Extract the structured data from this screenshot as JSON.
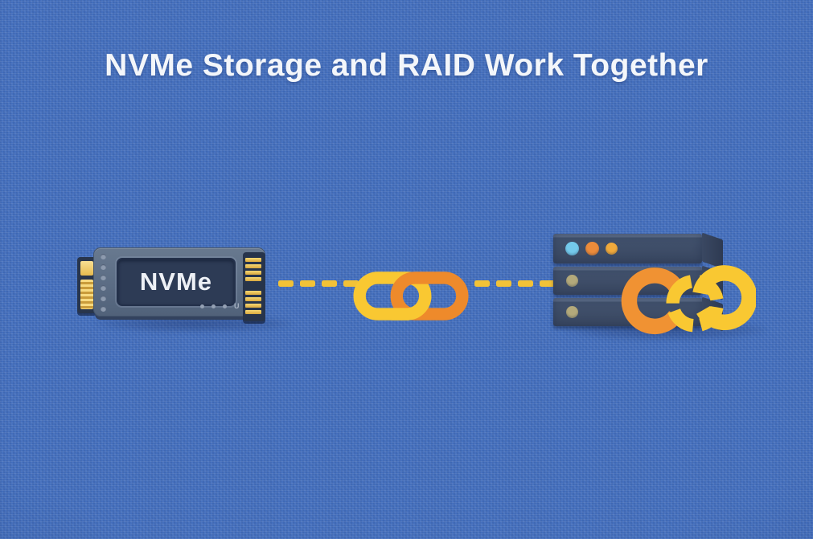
{
  "title": "NVMe Storage and RAID Work Together",
  "nvme_drive": {
    "label": "NVMe",
    "pcb_mark": "U"
  },
  "colors": {
    "background": "#446fbd",
    "title_text": "#f3f6fa",
    "drive_body": "#5d6e8a",
    "drive_panel": "#2d3b55",
    "gold_pins": "#e3b348",
    "dash_yellow": "#f2c237",
    "chain_yellow": "#f9c832",
    "chain_orange": "#ee8a2b",
    "server_face": "#3f4d68",
    "server_side": "#313d55",
    "led_blue": "#74c9eb",
    "led_orange": "#ec8b3a",
    "led_amber": "#f0a93c",
    "led_khaki": "#b3a97b"
  }
}
